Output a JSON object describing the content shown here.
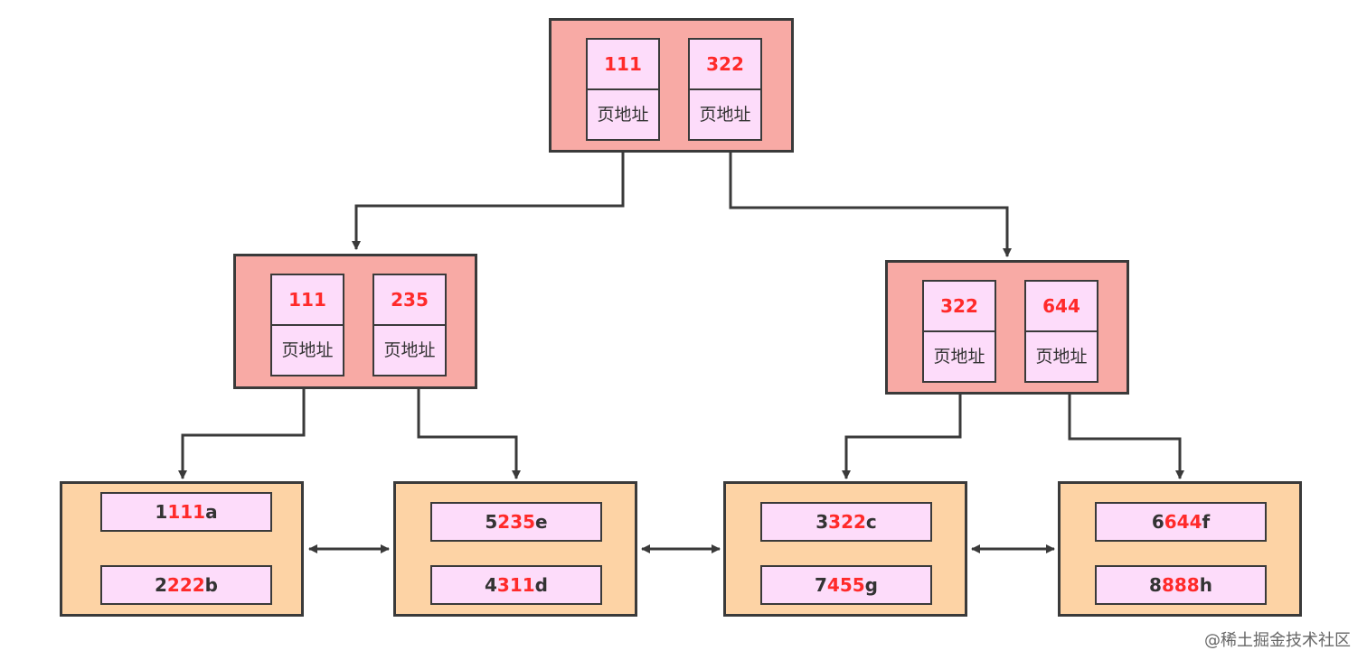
{
  "root": {
    "keys": [
      {
        "key": "111",
        "pointer": "页地址"
      },
      {
        "key": "322",
        "pointer": "页地址"
      }
    ]
  },
  "internal": [
    {
      "keys": [
        {
          "key": "111",
          "pointer": "页地址"
        },
        {
          "key": "235",
          "pointer": "页地址"
        }
      ]
    },
    {
      "keys": [
        {
          "key": "322",
          "pointer": "页地址"
        },
        {
          "key": "644",
          "pointer": "页地址"
        }
      ]
    }
  ],
  "leaves": [
    {
      "records": [
        {
          "pre": "1",
          "hl": "111",
          "post": "a"
        },
        {
          "pre": "2",
          "hl": "222",
          "post": "b"
        }
      ]
    },
    {
      "records": [
        {
          "pre": "5",
          "hl": "235",
          "post": "e"
        },
        {
          "pre": "4",
          "hl": "311",
          "post": "d"
        }
      ]
    },
    {
      "records": [
        {
          "pre": "3",
          "hl": "322",
          "post": "c"
        },
        {
          "pre": "7",
          "hl": "455",
          "post": "g"
        }
      ]
    },
    {
      "records": [
        {
          "pre": "6",
          "hl": "644",
          "post": "f"
        },
        {
          "pre": "8",
          "hl": "888",
          "post": "h"
        }
      ]
    }
  ],
  "watermark": "@稀土掘金技术社区",
  "colors": {
    "node_fill": "#f8aaa5",
    "leaf_fill": "#fdd3a5",
    "cell_fill": "#fddcfa",
    "key_text": "#ff2a2a",
    "border": "#3a3a3a"
  }
}
